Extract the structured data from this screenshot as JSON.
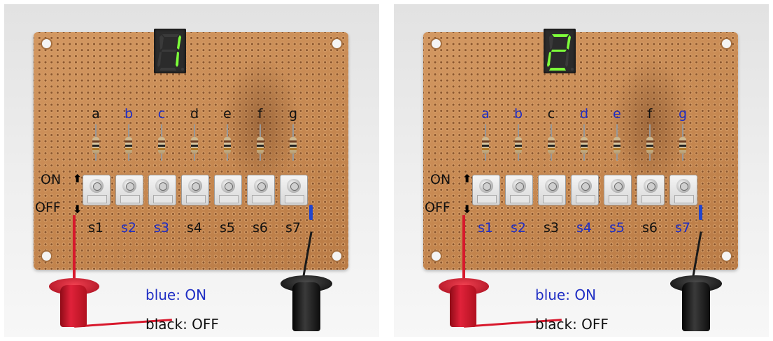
{
  "panels": [
    {
      "display_digit": "1",
      "segments": [
        {
          "label": "a",
          "on": false
        },
        {
          "label": "b",
          "on": true
        },
        {
          "label": "c",
          "on": true
        },
        {
          "label": "d",
          "on": false
        },
        {
          "label": "e",
          "on": false
        },
        {
          "label": "f",
          "on": false
        },
        {
          "label": "g",
          "on": false
        }
      ],
      "switches": [
        {
          "label": "s1",
          "on": false
        },
        {
          "label": "s2",
          "on": true
        },
        {
          "label": "s3",
          "on": true
        },
        {
          "label": "s4",
          "on": false
        },
        {
          "label": "s5",
          "on": false
        },
        {
          "label": "s6",
          "on": false
        },
        {
          "label": "s7",
          "on": false
        }
      ]
    },
    {
      "display_digit": "2",
      "segments": [
        {
          "label": "a",
          "on": true
        },
        {
          "label": "b",
          "on": true
        },
        {
          "label": "c",
          "on": false
        },
        {
          "label": "d",
          "on": true
        },
        {
          "label": "e",
          "on": true
        },
        {
          "label": "f",
          "on": false
        },
        {
          "label": "g",
          "on": true
        }
      ],
      "switches": [
        {
          "label": "s1",
          "on": true
        },
        {
          "label": "s2",
          "on": true
        },
        {
          "label": "s3",
          "on": false
        },
        {
          "label": "s4",
          "on": true
        },
        {
          "label": "s5",
          "on": true
        },
        {
          "label": "s6",
          "on": false
        },
        {
          "label": "s7",
          "on": true
        }
      ]
    }
  ],
  "labels": {
    "on": "ON",
    "off": "OFF",
    "arrow_up": "⬆",
    "arrow_down": "⬇",
    "legend_on": "blue: ON",
    "legend_off": "black: OFF"
  },
  "colors": {
    "on_label": "#1f2ec4",
    "off_label": "#111111",
    "segment_lit": "#7dff3a",
    "segment_dim": "#3a3a3a"
  }
}
